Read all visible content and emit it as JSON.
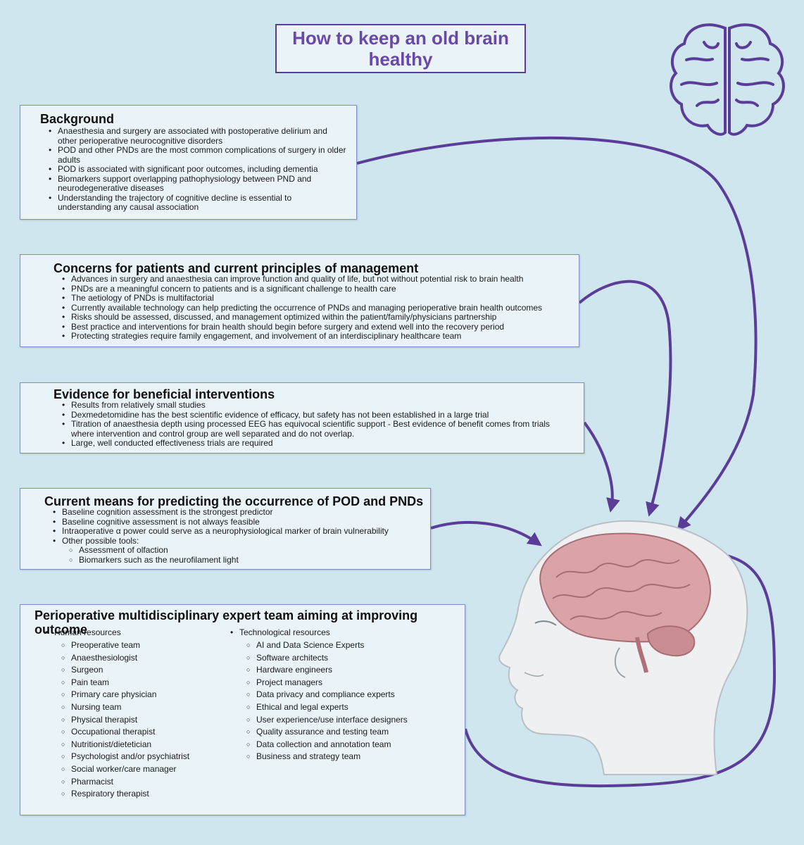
{
  "title": "How to keep an old brain healthy",
  "background": {
    "heading": "Background",
    "items": [
      "Anaesthesia and surgery are associated with postoperative delirium and other perioperative neurocognitive disorders",
      "POD and other PNDs are the most common complications of surgery in older adults",
      "POD is associated with significant poor outcomes, including dementia",
      "Biomarkers support overlapping pathophysiology between PND and neurodegenerative diseases",
      "Understanding the trajectory of cognitive decline is essential to understanding any causal association"
    ]
  },
  "concerns": {
    "heading": "Concerns for patients and current principles of management",
    "items": [
      "Advances in surgery and anaesthesia can improve function and quality of life, but not without potential risk to brain health",
      "PNDs are a meaningful concern to patients and is a significant challenge to health care",
      "The aetiology of PNDs is multifactorial",
      "Currently available technology can help predicting the occurrence of PNDs and managing perioperative brain health outcomes",
      "Risks should be assessed, discussed, and management optimized within the patient/family/physicians partnership",
      "Best practice and interventions for brain health should begin before surgery and extend well into the recovery period",
      "Protecting strategies require family engagement, and involvement of an interdisciplinary healthcare team"
    ]
  },
  "evidence": {
    "heading": "Evidence for beneficial interventions",
    "items": [
      "Results from relatively small studies",
      "Dexmedetomidine has the best scientific evidence of efficacy, but safety has not been established in a large trial",
      "Titration of anaesthesia depth using processed EEG has equivocal scientific support - Best evidence of benefit comes from trials where intervention and control group are well separated and do not overlap.",
      "Large, well conducted effectiveness trials are required"
    ]
  },
  "predicting": {
    "heading": "Current means for predicting the occurrence of POD and PNDs",
    "items": [
      "Baseline cognition assessment is the strongest predictor",
      "Baseline cognitive assessment is not always feasible",
      "Intraoperative α power could serve as a neurophysiological marker of brain vulnerability",
      "Other possible tools:"
    ],
    "subitems": [
      "Assessment of olfaction",
      "Biomarkers such as the neurofilament light"
    ]
  },
  "team": {
    "heading": "Perioperative multidisciplinary expert team aiming at improving outcome",
    "human": {
      "label": "Human resources",
      "items": [
        "Preoperative team",
        "Anaesthesiologist",
        "Surgeon",
        "Pain team",
        "Primary care physician",
        "Nursing team",
        "Physical therapist",
        "Occupational therapist",
        "Nutritionist/dietetician",
        "Psychologist and/or psychiatrist",
        "Social worker/care manager",
        "Pharmacist",
        "Respiratory therapist"
      ]
    },
    "tech": {
      "label": "Technological resources",
      "items": [
        "AI and Data Science Experts",
        "Software architects",
        "Hardware engineers",
        "Project managers",
        "Data privacy and compliance experts",
        "Ethical and legal experts",
        "User experience/use interface designers",
        "Quality assurance and testing team",
        "Data collection and annotation team",
        "Business and strategy team"
      ]
    }
  },
  "icons": {
    "brain_outline": "brain-icon",
    "head_illustration": "head-with-brain-illustration"
  },
  "colors": {
    "background": "#cfe6ee",
    "box_fill": "#eaf4f8",
    "accent_purple": "#5b3d99",
    "title_text": "#6a48a8",
    "brain_pink": "#d9a3a8"
  }
}
